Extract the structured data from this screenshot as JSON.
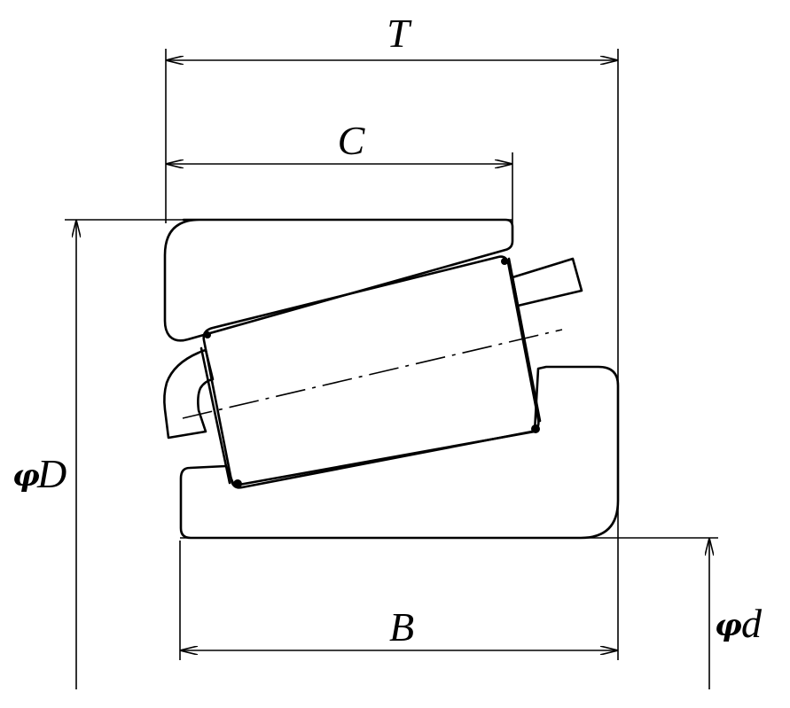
{
  "diagram": {
    "labels": {
      "T": "T",
      "C": "C",
      "B": "B",
      "D_symbol": "φ",
      "D": "D",
      "d_symbol": "φ",
      "d": "d"
    }
  }
}
